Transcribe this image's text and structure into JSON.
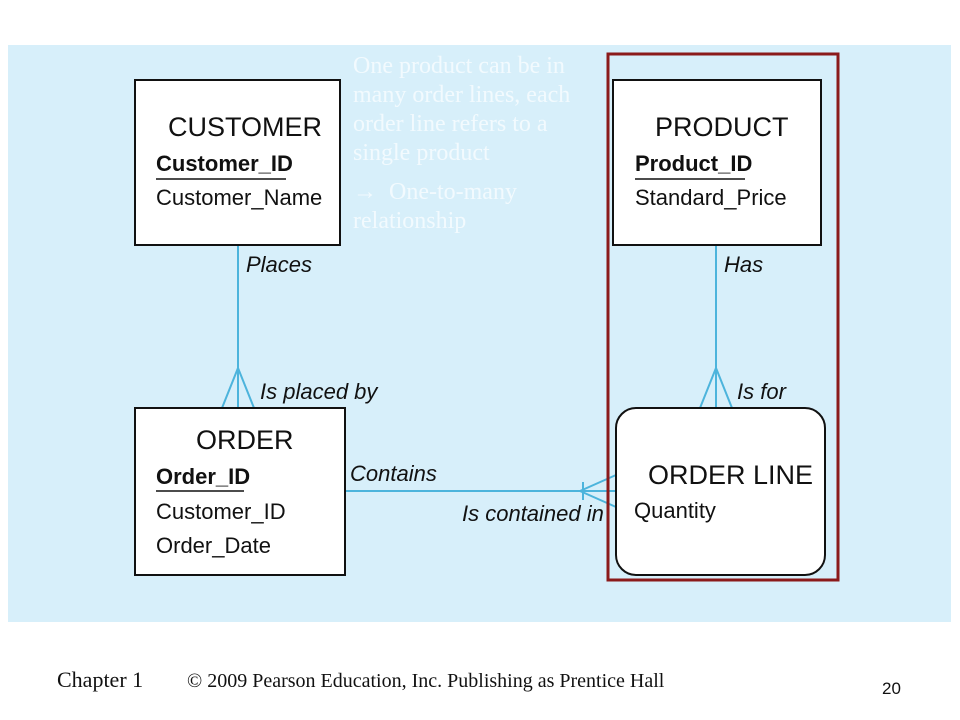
{
  "entities": {
    "customer": {
      "name": "CUSTOMER",
      "key": "Customer_ID",
      "attrs": [
        "Customer_Name"
      ]
    },
    "product": {
      "name": "PRODUCT",
      "key": "Product_ID",
      "attrs": [
        "Standard_Price"
      ]
    },
    "order": {
      "name": "ORDER",
      "key": "Order_ID",
      "attrs": [
        "Customer_ID",
        "Order_Date"
      ]
    },
    "order_line": {
      "name": "ORDER LINE",
      "attrs": [
        "Quantity"
      ]
    }
  },
  "relationships": {
    "places": "Places",
    "is_placed_by": "Is placed by",
    "has": "Has",
    "is_for": "Is for",
    "contains": "Contains",
    "is_contained_in": "Is contained in"
  },
  "callout": {
    "text": "One product can be in many order lines, each order line refers to a single product",
    "arrow_symbol": "→",
    "conclusion": "One-to-many relationship"
  },
  "footer": {
    "chapter": "Chapter 1",
    "copyright": "© 2009 Pearson Education, Inc.  Publishing as Prentice Hall",
    "page_number": "20"
  },
  "colors": {
    "panel_background": "#d7effa",
    "connector": "#4cb4dc",
    "highlight_border": "#8b1a1a",
    "callout_text": "#f2fafe"
  }
}
